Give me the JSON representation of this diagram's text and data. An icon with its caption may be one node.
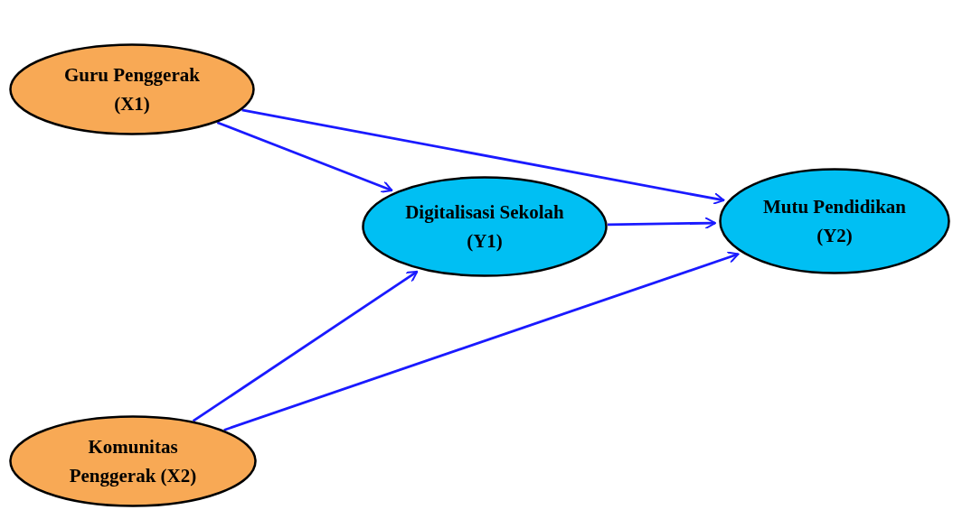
{
  "diagram": {
    "nodes": [
      {
        "text": [
          "Guru Penggerak (X1)"
        ]
      },
      {
        "text": [
          "Digitalisasi Sekolah (Y1)"
        ]
      },
      {
        "text": [
          "Mutu Pendidikan (Y2)"
        ]
      },
      {
        "text": [
          "Komunitas Penggerak (X2)"
        ]
      }
    ],
    "edges": [
      {
        "from": 0,
        "to": 1,
        "arrow": "to"
      },
      {
        "from": 0,
        "to": 2,
        "arrow": "to"
      },
      {
        "from": 1,
        "to": 2,
        "arrow": "to"
      },
      {
        "from": 3,
        "to": 1,
        "arrow": "to"
      },
      {
        "from": 3,
        "to": 2,
        "arrow": "to"
      }
    ]
  }
}
